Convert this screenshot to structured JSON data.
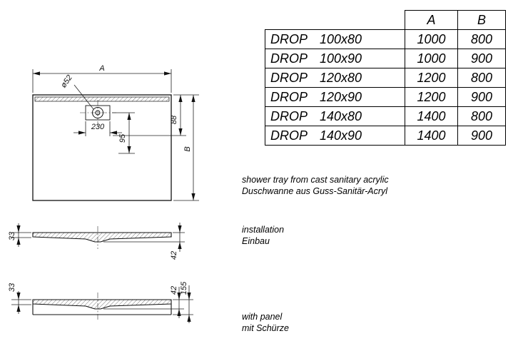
{
  "table": {
    "header": {
      "a": "A",
      "b": "B"
    },
    "rows": [
      {
        "model": "DROP",
        "size": "100x80",
        "a": "1000",
        "b": "800"
      },
      {
        "model": "DROP",
        "size": "100x90",
        "a": "1000",
        "b": "900"
      },
      {
        "model": "DROP",
        "size": "120x80",
        "a": "1200",
        "b": "800"
      },
      {
        "model": "DROP",
        "size": "120x90",
        "a": "1200",
        "b": "900"
      },
      {
        "model": "DROP",
        "size": "140x80",
        "a": "1400",
        "b": "800"
      },
      {
        "model": "DROP",
        "size": "140x90",
        "a": "1400",
        "b": "900"
      }
    ]
  },
  "captions": {
    "material_en": "shower tray from cast sanitary acrylic",
    "material_de": "Duschwanne aus Guss-Sanitär-Acryl",
    "installation_en": "installation",
    "installation_de": "Einbau",
    "panel_en": "with panel",
    "panel_de": "mit Schürze"
  },
  "plan": {
    "a": "A",
    "b": "B",
    "drain": "ø52",
    "w230": "230",
    "h95": "95",
    "h88": "88"
  },
  "sec_install": {
    "left33": "33",
    "right42": "42"
  },
  "sec_panel": {
    "left33": "33",
    "right42": "42",
    "total155": "155"
  },
  "colors": {
    "line": "#111111",
    "background": "#ffffff"
  }
}
